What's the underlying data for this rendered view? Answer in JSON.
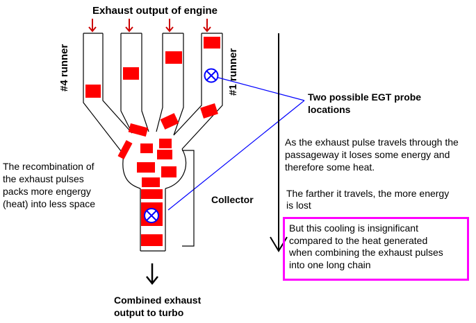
{
  "labels": {
    "title": "Exhaust output of engine",
    "runner4": "#4 runner",
    "runner1": "#1 runner",
    "probe": [
      "Two possible EGT probe",
      "locations"
    ],
    "pulse_text": [
      "As the exhaust pulse travels through the",
      "passageway it loses some energy and",
      "therefore some heat."
    ],
    "farther_text": [
      "The farther it travels, the more energy",
      "is lost"
    ],
    "cooling_text": [
      "But this cooling is insignificant",
      "compared to the heat generated",
      "when combining the exhaust pulses",
      "into one long chain"
    ],
    "recombination_text": [
      "The recombination of",
      "the exhaust pulses",
      "packs more engergy",
      "(heat) into less space"
    ],
    "collector": "Collector",
    "output": [
      "Combined exhaust",
      "output to turbo"
    ]
  },
  "colors": {
    "pulse": "#ff0000",
    "outline": "#000000",
    "probe_line": "#0000ff",
    "highlight_box": "#ff00ff",
    "input_arrow": "#cc0000"
  },
  "icons": {
    "probe_marker": "circle-x-icon",
    "input_arrow": "down-arrow-icon"
  }
}
